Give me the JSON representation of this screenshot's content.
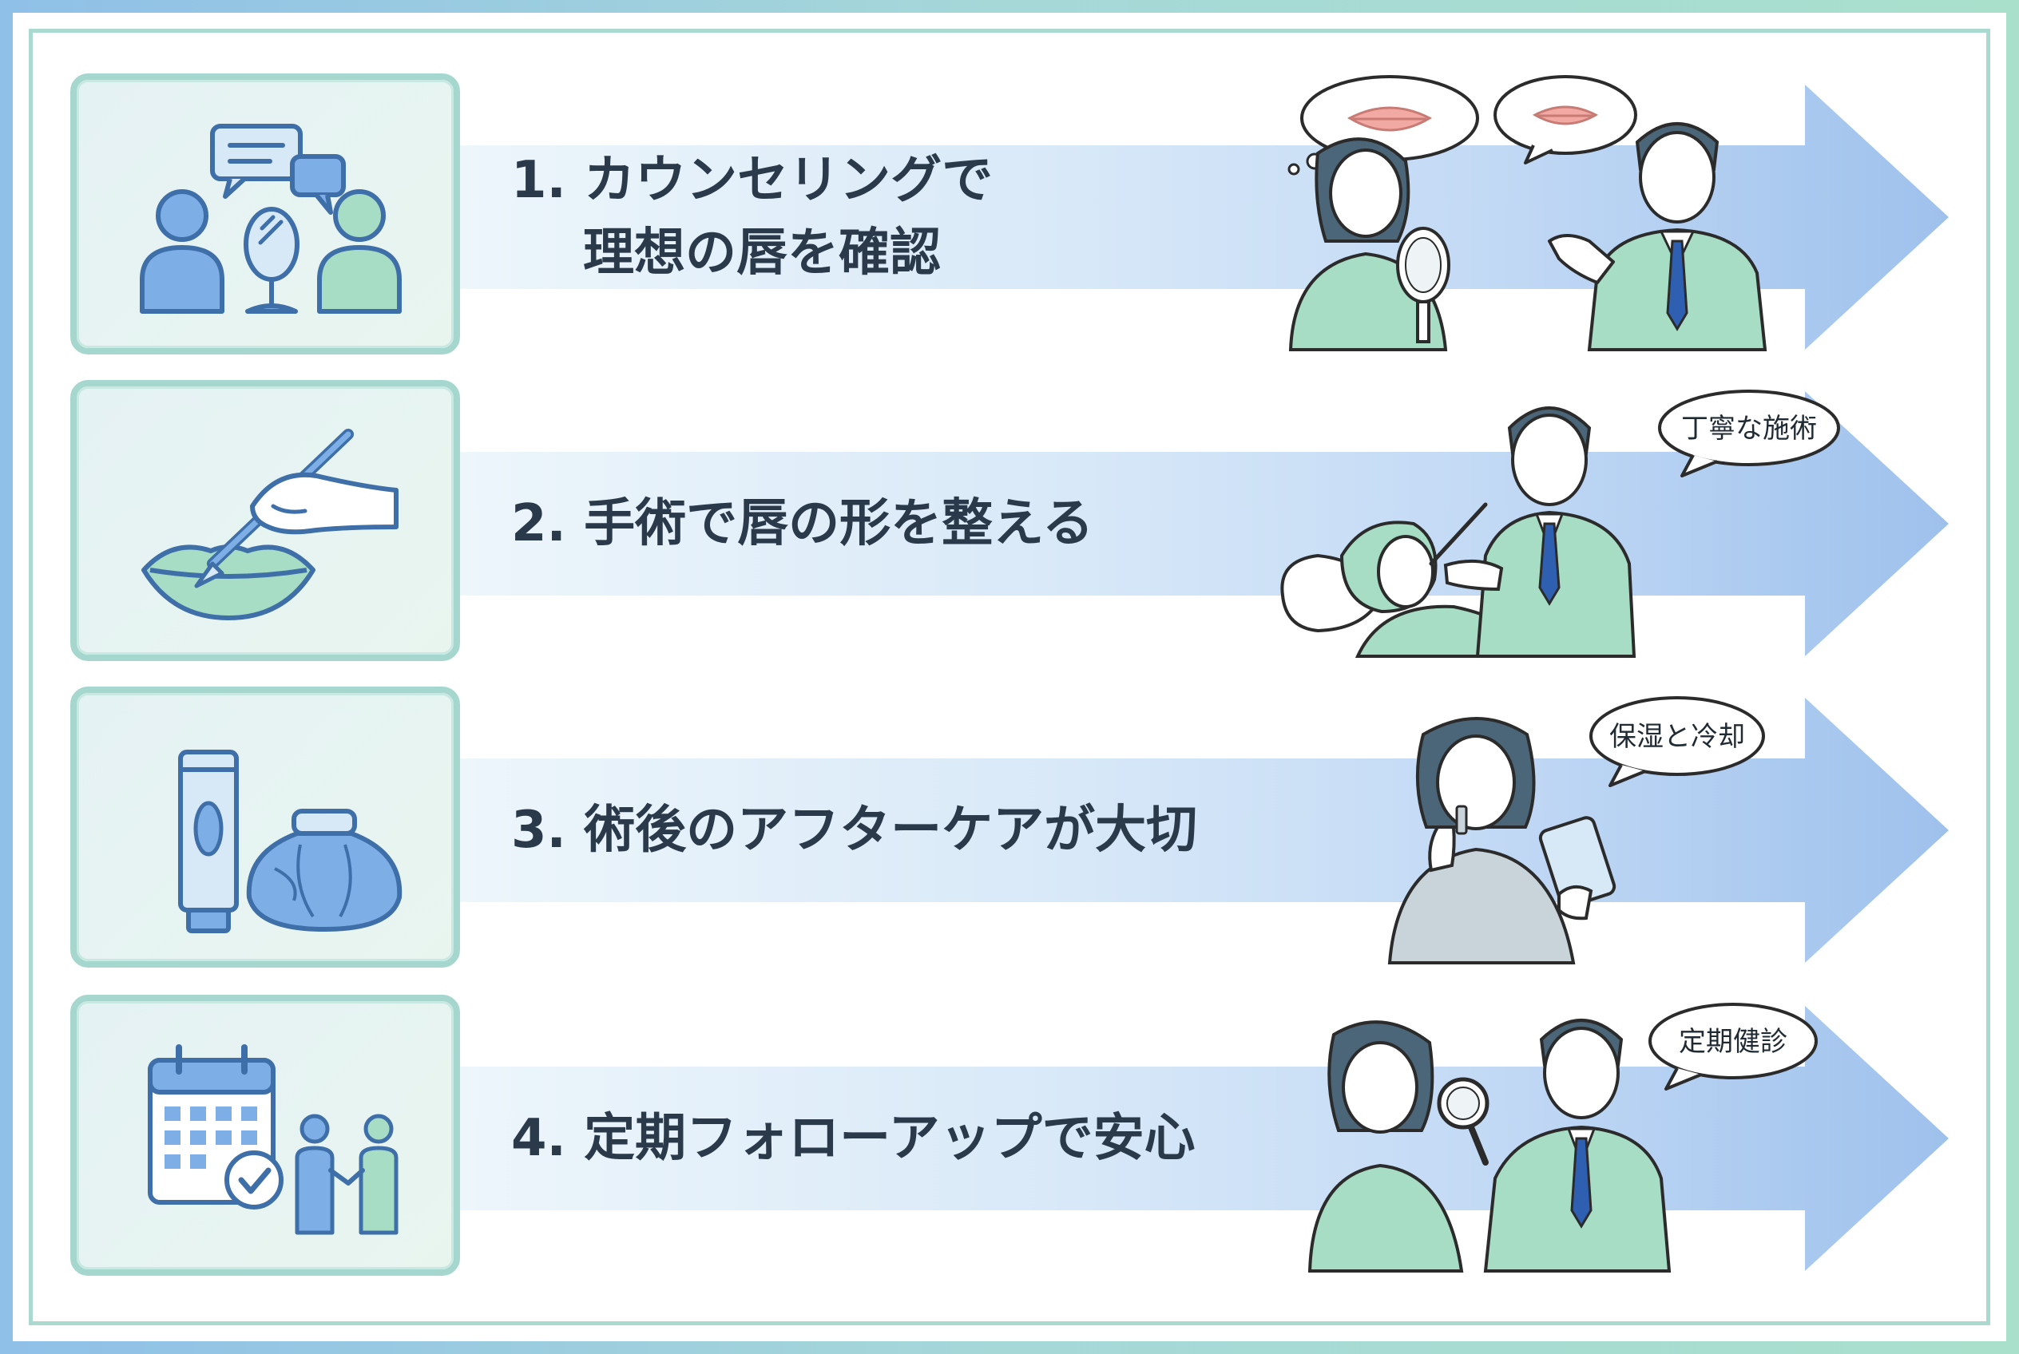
{
  "steps": [
    {
      "number": "1.",
      "title_line1": "カウンセリングで",
      "title_line2": "理想の唇を確認",
      "bubble": ""
    },
    {
      "number": "2.",
      "title_line1": "手術で唇の形を整える",
      "bubble": "丁寧な施術"
    },
    {
      "number": "3.",
      "title_line1": "術後のアフターケアが大切",
      "bubble": "保湿と冷却"
    },
    {
      "number": "4.",
      "title_line1": "定期フォローアップで安心",
      "bubble": "定期健診"
    }
  ],
  "colors": {
    "arrow_start": "#edf6fb",
    "arrow_end": "#9ec1ec",
    "icon_border": "#a5d7cf",
    "icon_blue": "#7eaee6",
    "icon_green": "#a7dcc5",
    "text": "#2b3a4a"
  },
  "icons": [
    "consultation-icon",
    "lip-surgery-icon",
    "aftercare-icon",
    "follow-up-icon"
  ]
}
